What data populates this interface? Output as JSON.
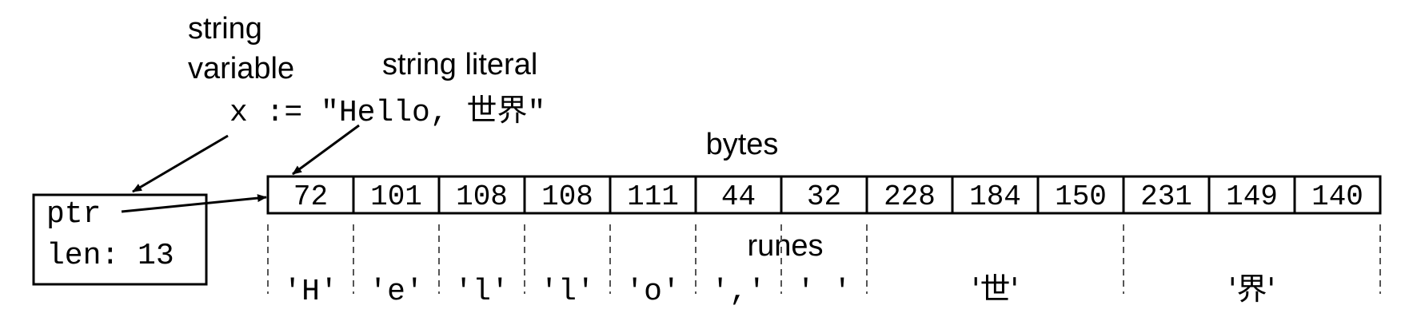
{
  "labels": {
    "string_variable_line1": "string",
    "string_variable_line2": "variable",
    "string_literal": "string literal",
    "code_ascii": "x := \"Hello, ",
    "code_cjk": "世界",
    "code_close": "\"",
    "bytes": "bytes",
    "runes": "runes"
  },
  "header": {
    "ptr": "ptr",
    "len": "len: 13"
  },
  "bytes": [
    "72",
    "101",
    "108",
    "108",
    "111",
    "44",
    "32",
    "228",
    "184",
    "150",
    "231",
    "149",
    "140"
  ],
  "runes": [
    {
      "label": "'H'",
      "span": 1
    },
    {
      "label": "'e'",
      "span": 1
    },
    {
      "label": "'l'",
      "span": 1
    },
    {
      "label": "'l'",
      "span": 1
    },
    {
      "label": "'o'",
      "span": 1
    },
    {
      "label": "','",
      "span": 1
    },
    {
      "label": "' '",
      "span": 1
    },
    {
      "label": "'世'",
      "span": 3
    },
    {
      "label": "'界'",
      "span": 3
    }
  ]
}
